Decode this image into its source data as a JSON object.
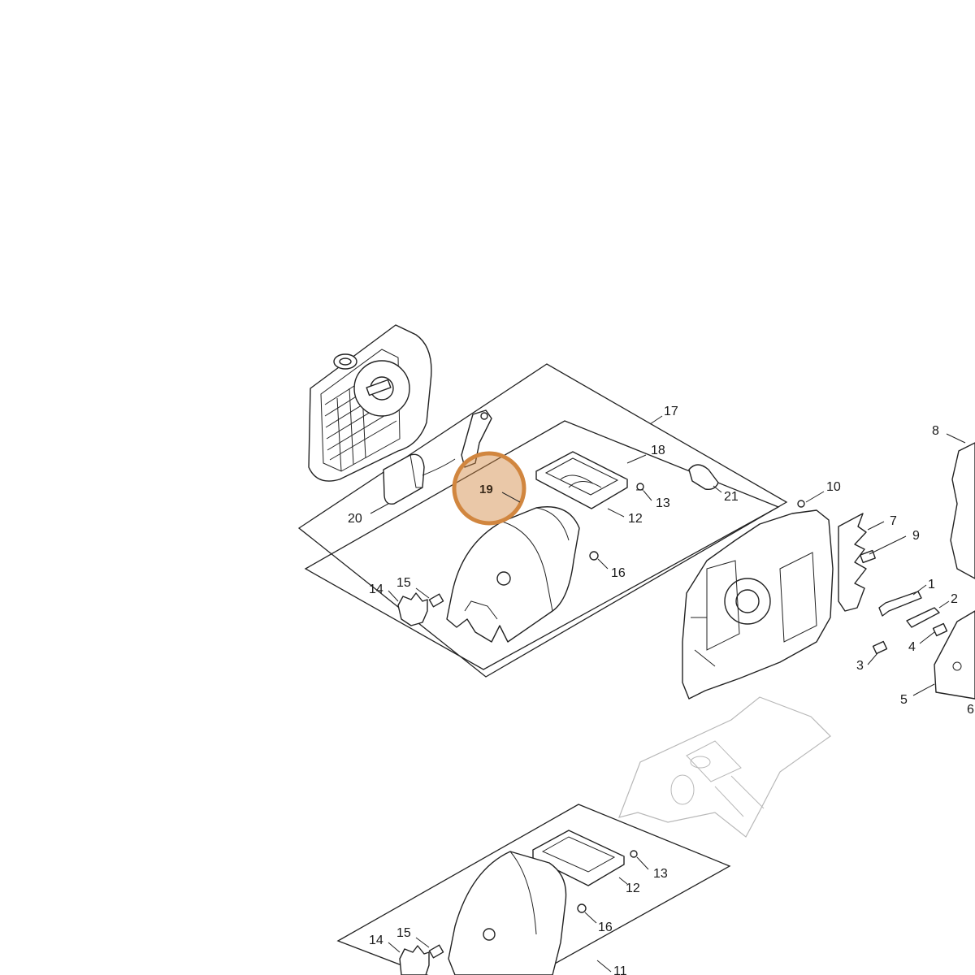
{
  "diagram": {
    "highlight": {
      "label": "19",
      "color": "#d1863f"
    },
    "labels": {
      "p17": "17",
      "p18": "18",
      "p19": "19",
      "p20": "20",
      "p21": "21",
      "p12a": "12",
      "p13a": "13",
      "p16a": "16",
      "p14a": "14",
      "p15a": "15",
      "p10": "10",
      "p7": "7",
      "p9": "9",
      "p8": "8",
      "p1": "1",
      "p2": "2",
      "p3": "3",
      "p4": "4",
      "p5": "5",
      "p6": "6",
      "p12b": "12",
      "p13b": "13",
      "p16b": "16",
      "p14b": "14",
      "p15b": "15",
      "p11": "11"
    }
  }
}
